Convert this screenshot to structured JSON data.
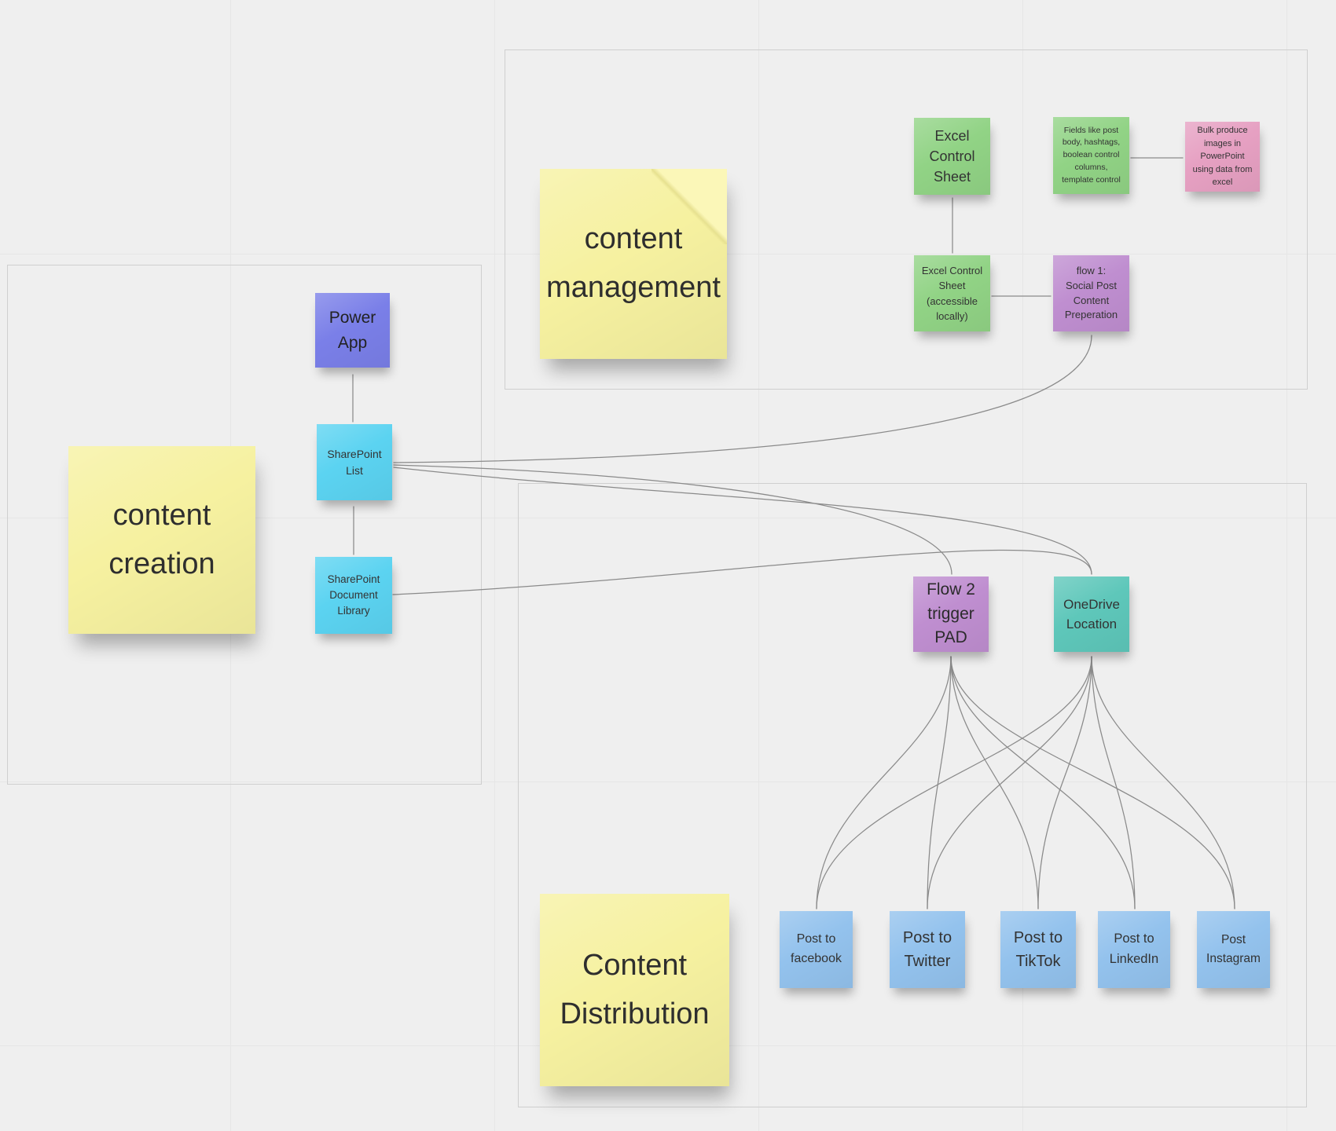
{
  "board": {
    "background_color": "#efefef",
    "grid_line_color": "#e6e6e6",
    "frame_border_color": "#cfcfcf",
    "connector_color": "#8a8a8a",
    "note_text_color": "#333333"
  },
  "sections": {
    "content_management_frame": "content management area",
    "content_creation_frame": "content creation area",
    "content_distribution_frame": "content distribution area"
  },
  "notes": {
    "content_management": {
      "text": "content management",
      "color": "#f6f1a0"
    },
    "content_creation": {
      "text": "content creation",
      "color": "#f6f1a0"
    },
    "content_distribution": {
      "text": "Content Distribution",
      "color": "#f6f1a0"
    },
    "excel_control_sheet": {
      "text": "Excel Control Sheet",
      "color": "#91d385"
    },
    "fields_note": {
      "text": "Fields like post body, hashtags, boolean control columns, template control",
      "color": "#91d385"
    },
    "bulk_produce": {
      "text": "Bulk produce images in PowerPoint using data from excel",
      "color": "#e6a0c2"
    },
    "excel_local": {
      "text": "Excel Control Sheet (accessible locally)",
      "color": "#91d385"
    },
    "flow_1": {
      "text": "flow 1: Social Post Content Preperation",
      "color": "#bf8ed0"
    },
    "power_app": {
      "text": "Power App",
      "color": "#7a7fe8"
    },
    "sharepoint_list": {
      "text": "SharePoint List",
      "color": "#5bd3f1"
    },
    "sharepoint_document_library": {
      "text": "SharePoint Document Library",
      "color": "#5bd3f1"
    },
    "flow_2": {
      "text": "Flow 2 trigger PAD",
      "color": "#bf8ed0"
    },
    "onedrive_location": {
      "text": "OneDrive Location",
      "color": "#5ec7ba"
    },
    "post_facebook": {
      "text": "Post to facebook",
      "color": "#93c2ed"
    },
    "post_twitter": {
      "text": "Post to Twitter",
      "color": "#93c2ed"
    },
    "post_tiktok": {
      "text": "Post to TikTok",
      "color": "#93c2ed"
    },
    "post_linkedin": {
      "text": "Post to LinkedIn",
      "color": "#93c2ed"
    },
    "post_instagram": {
      "text": "Post Instagram",
      "color": "#93c2ed"
    }
  },
  "edges": [
    {
      "from": "excel_control_sheet",
      "to": "excel_local"
    },
    {
      "from": "fields_note",
      "to": "bulk_produce"
    },
    {
      "from": "excel_local",
      "to": "flow_1"
    },
    {
      "from": "power_app",
      "to": "sharepoint_list"
    },
    {
      "from": "sharepoint_list",
      "to": "sharepoint_document_library"
    },
    {
      "from": "sharepoint_list",
      "to": "flow_1"
    },
    {
      "from": "sharepoint_list",
      "to": "flow_2"
    },
    {
      "from": "sharepoint_list",
      "to": "onedrive_location"
    },
    {
      "from": "sharepoint_document_library",
      "to": "onedrive_location"
    },
    {
      "from": "flow_2",
      "to": "post_facebook"
    },
    {
      "from": "flow_2",
      "to": "post_twitter"
    },
    {
      "from": "flow_2",
      "to": "post_tiktok"
    },
    {
      "from": "flow_2",
      "to": "post_linkedin"
    },
    {
      "from": "flow_2",
      "to": "post_instagram"
    },
    {
      "from": "onedrive_location",
      "to": "post_facebook"
    },
    {
      "from": "onedrive_location",
      "to": "post_twitter"
    },
    {
      "from": "onedrive_location",
      "to": "post_tiktok"
    },
    {
      "from": "onedrive_location",
      "to": "post_linkedin"
    },
    {
      "from": "onedrive_location",
      "to": "post_instagram"
    }
  ]
}
